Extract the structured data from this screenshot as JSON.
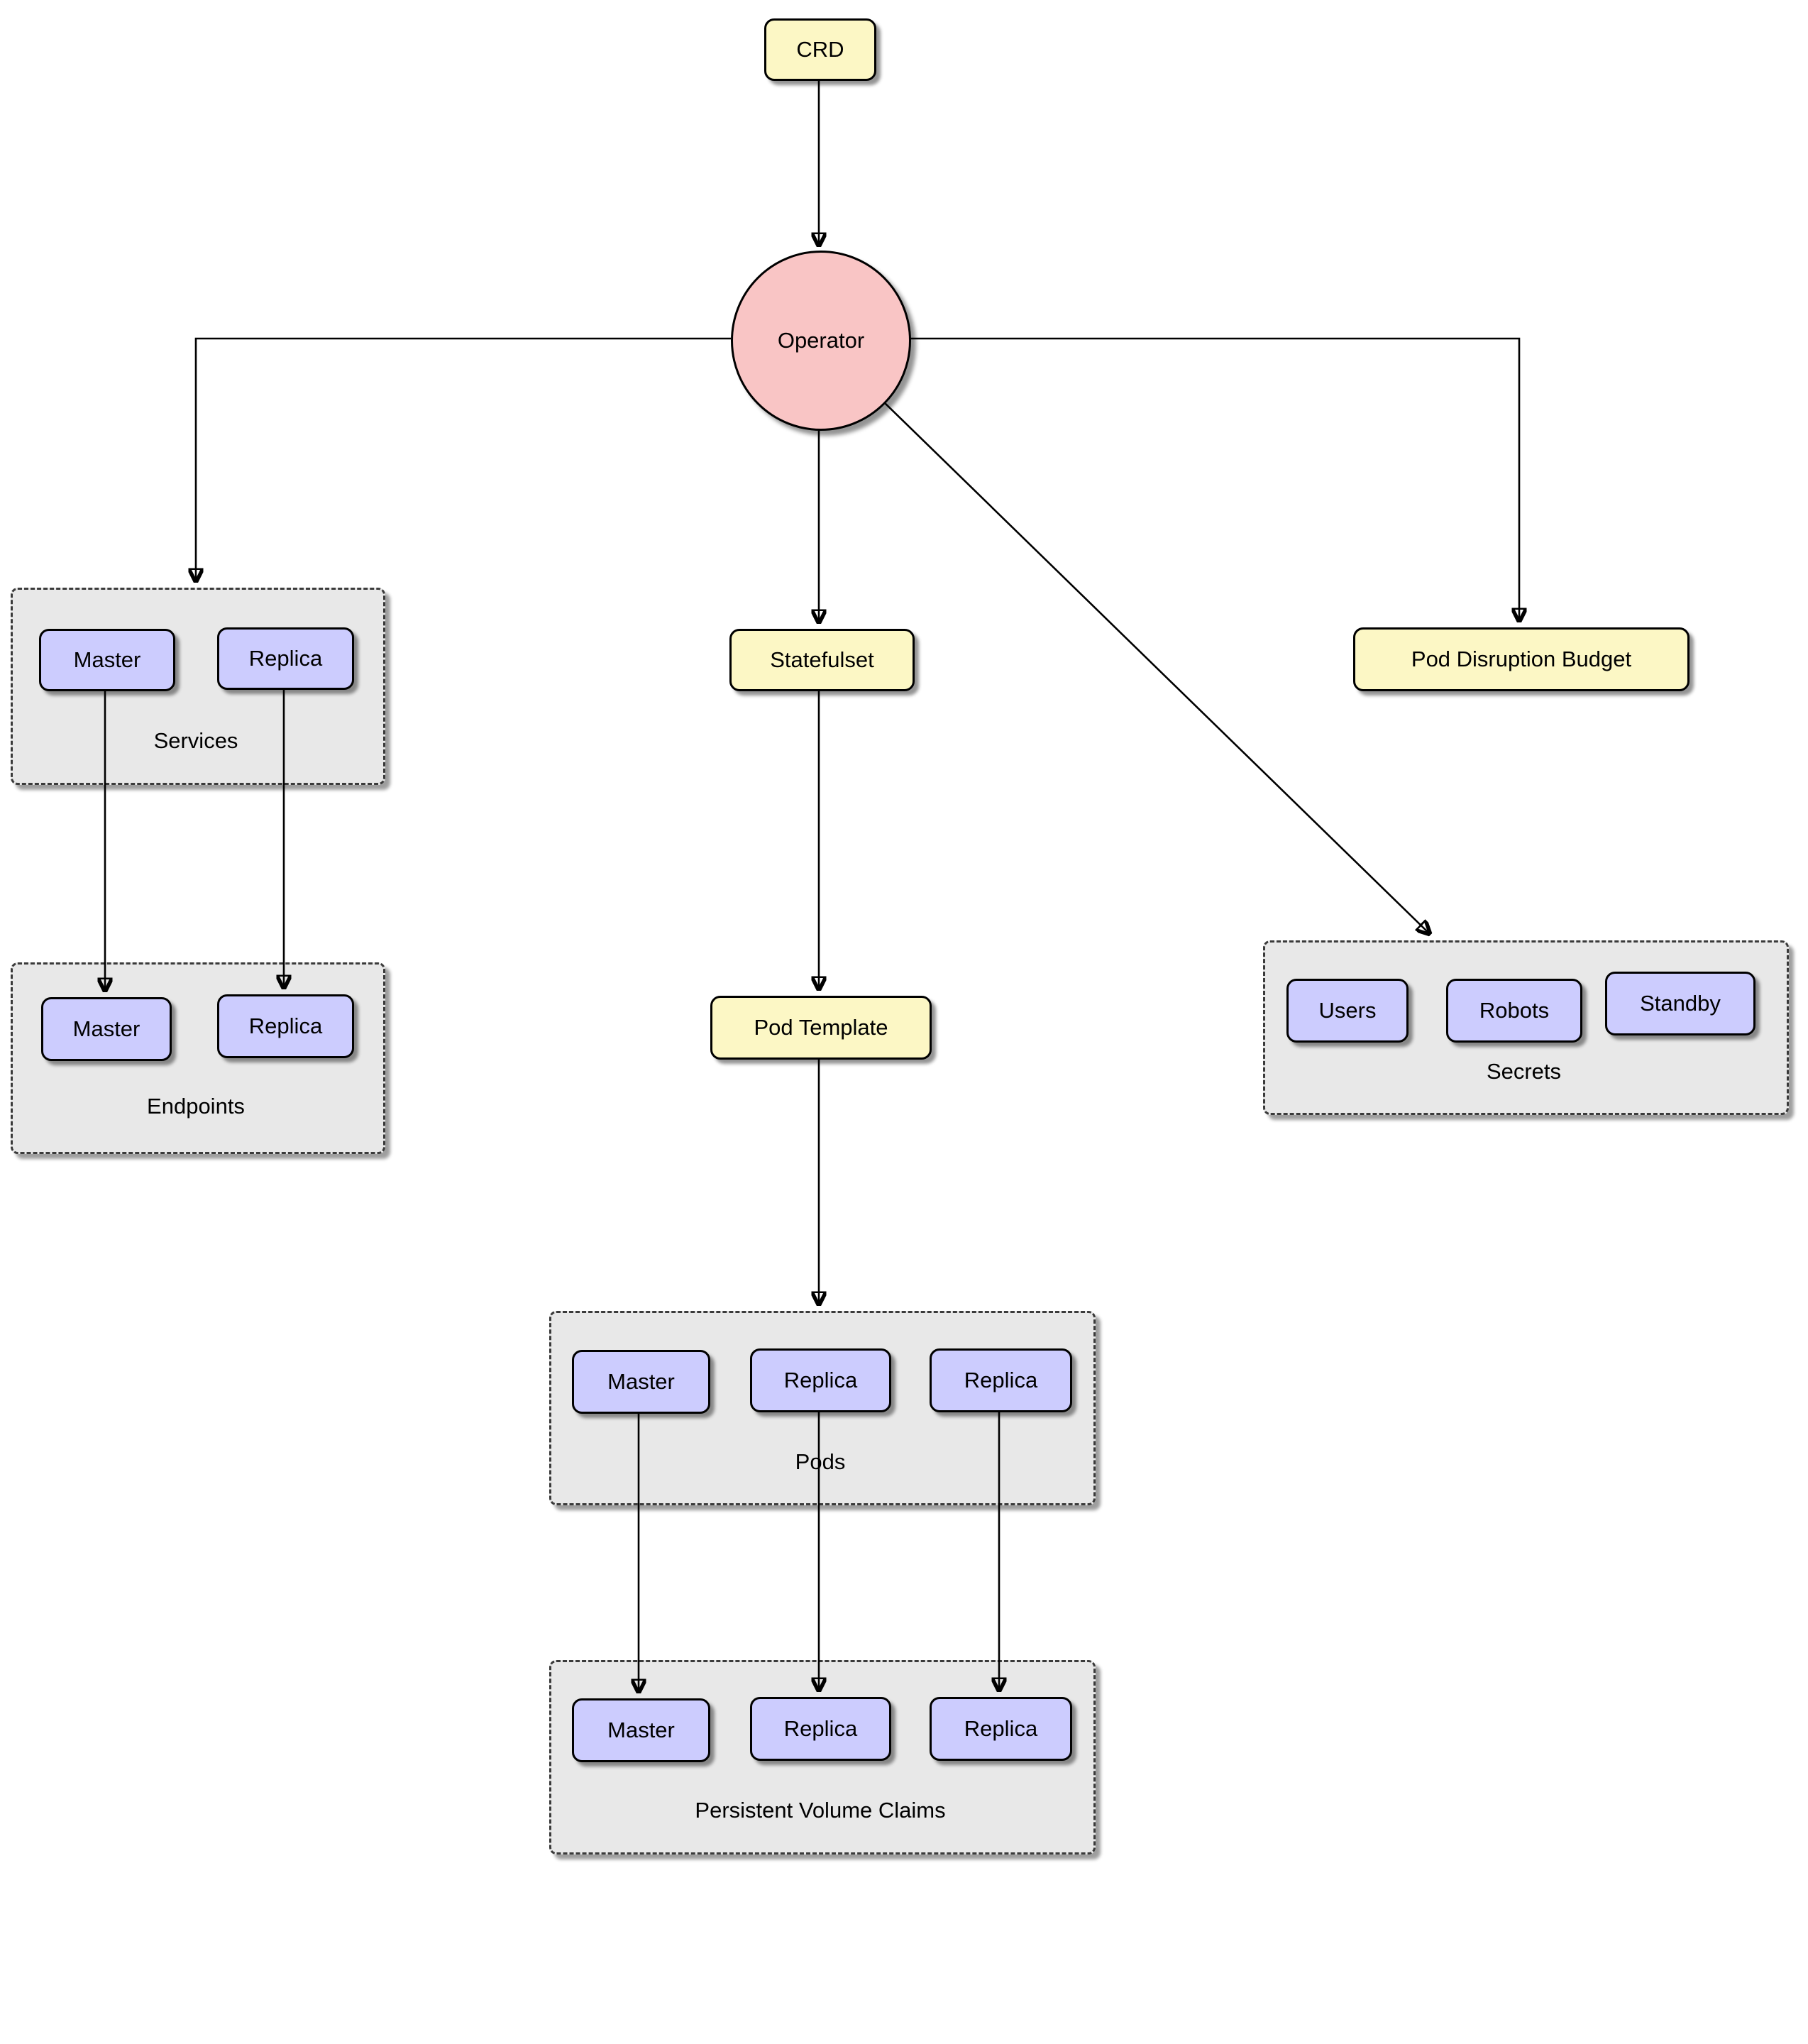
{
  "diagram": {
    "nodes": {
      "crd": {
        "label": "CRD"
      },
      "operator": {
        "label": "Operator"
      },
      "statefulset": {
        "label": "Statefulset"
      },
      "pod_template": {
        "label": "Pod Template"
      },
      "pod_disruption_budget": {
        "label": "Pod Disruption Budget"
      }
    },
    "groups": {
      "services": {
        "label": "Services",
        "items": [
          "Master",
          "Replica"
        ]
      },
      "endpoints": {
        "label": "Endpoints",
        "items": [
          "Master",
          "Replica"
        ]
      },
      "pods": {
        "label": "Pods",
        "items": [
          "Master",
          "Replica",
          "Replica"
        ]
      },
      "persistent_volume_claims": {
        "label": "Persistent Volume Claims",
        "items": [
          "Master",
          "Replica",
          "Replica"
        ]
      },
      "secrets": {
        "label": "Secrets",
        "items": [
          "Users",
          "Robots",
          "Standby"
        ]
      }
    },
    "edges": [
      {
        "from": "crd",
        "to": "operator"
      },
      {
        "from": "operator",
        "to": "services"
      },
      {
        "from": "operator",
        "to": "statefulset"
      },
      {
        "from": "operator",
        "to": "pod_disruption_budget"
      },
      {
        "from": "operator",
        "to": "secrets"
      },
      {
        "from": "services.master",
        "to": "endpoints.master"
      },
      {
        "from": "services.replica",
        "to": "endpoints.replica"
      },
      {
        "from": "statefulset",
        "to": "pod_template"
      },
      {
        "from": "pod_template",
        "to": "pods"
      },
      {
        "from": "pods.master",
        "to": "persistent_volume_claims.master"
      },
      {
        "from": "pods.replica_1",
        "to": "persistent_volume_claims.replica_1"
      },
      {
        "from": "pods.replica_2",
        "to": "persistent_volume_claims.replica_2"
      }
    ],
    "colors": {
      "node_fill_yellow": "#fcf7c5",
      "node_fill_purple": "#ccccfe",
      "operator_fill_pink": "#f9c5c5",
      "group_fill_gray": "#e8e8e8",
      "border": "#000000"
    }
  }
}
